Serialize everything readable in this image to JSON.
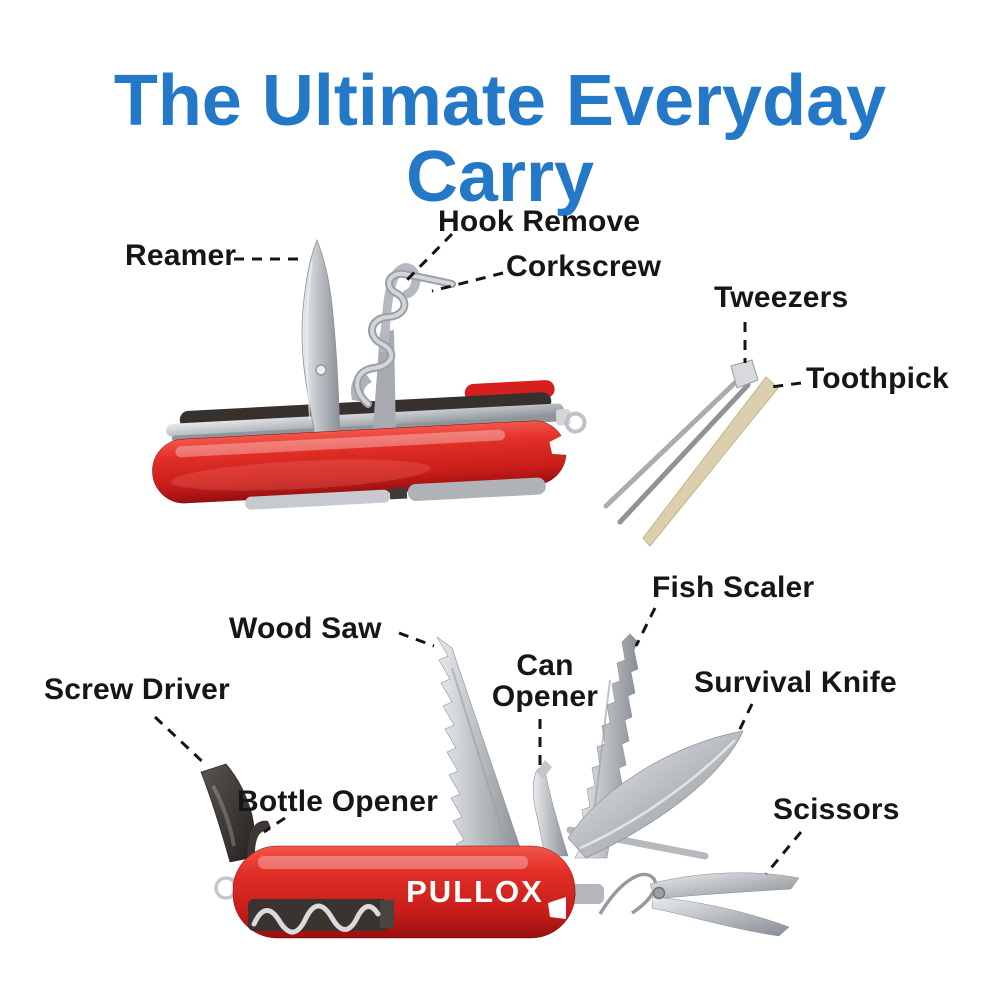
{
  "poster": {
    "title": "The Ultimate Everyday Carry",
    "brand_on_handle": "PULLOX"
  },
  "colors": {
    "title_blue": "#2478c8",
    "label_text": "#161616",
    "handle_red": "#d42420",
    "steel_gray": "#b9bdc2",
    "toothpick_tan": "#dccfae",
    "brand_text": "#ffffff"
  },
  "top_knife": {
    "labels": {
      "reamer": "Reamer",
      "hook_remove": "Hook Remove",
      "corkscrew": "Corkscrew"
    }
  },
  "accessories": {
    "labels": {
      "tweezers": "Tweezers",
      "toothpick": "Toothpick"
    }
  },
  "bottom_knife": {
    "labels": {
      "wood_saw": "Wood Saw",
      "fish_scaler": "Fish Scaler",
      "can_opener": "Can Opener",
      "screw_driver": "Screw Driver",
      "survival_knife": "Survival Knife",
      "bottle_opener": "Bottle Opener",
      "scissors": "Scissors"
    }
  }
}
